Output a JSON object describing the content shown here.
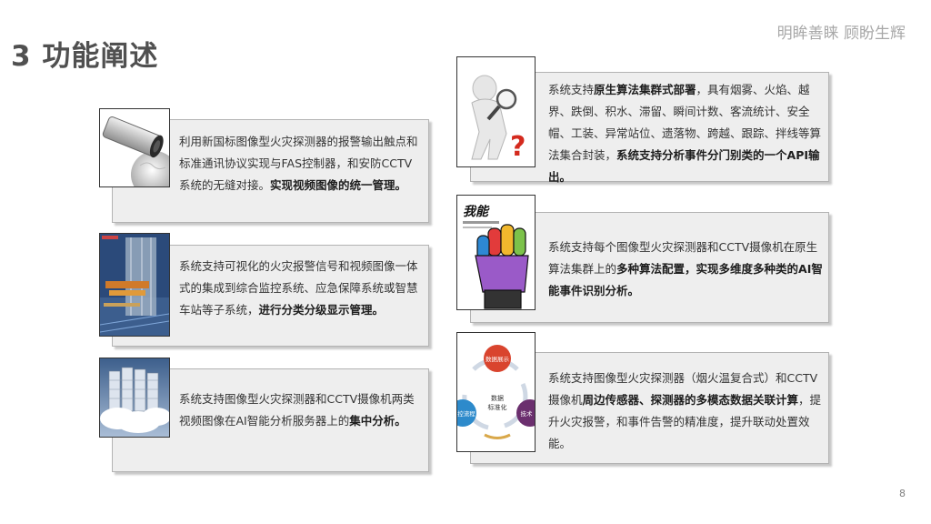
{
  "page": {
    "title": "3 功能阐述",
    "slogan": "明眸善睐 顾盼生辉",
    "page_number": "8"
  },
  "cards": [
    {
      "parts": [
        {
          "t": "利用新国标图像型火灾探测器的报警输出触点和标准通讯协议实现与FAS控制器，和安防CCTV系统的无缝对接。",
          "b": false
        },
        {
          "t": "实现视频图像的统一管理。",
          "b": true
        }
      ]
    },
    {
      "parts": [
        {
          "t": "系统支持可视化的火灾报警信号和视频图像一体式的集成到综合监控系统、应急保障系统或智慧车站等子系统，",
          "b": false
        },
        {
          "t": "进行分类分级显示管理。",
          "b": true
        }
      ]
    },
    {
      "parts": [
        {
          "t": "系统支持图像型火灾探测器和CCTV摄像机两类视频图像在AI智能分析服务器上的",
          "b": false
        },
        {
          "t": "集中分析。",
          "b": true
        }
      ]
    },
    {
      "parts": [
        {
          "t": "系统支持",
          "b": false
        },
        {
          "t": "原生算法集群式部署",
          "b": true
        },
        {
          "t": "，具有烟雾、火焰、越界、跌倒、积水、滞留、瞬间计数、客流统计、安全帽、工装、异常站位、遗落物、跨越、跟踪、拌线等算法集合封装，",
          "b": false
        },
        {
          "t": "系统支持分析事件分门别类的一个API输出。",
          "b": true
        }
      ]
    },
    {
      "parts": [
        {
          "t": "系统支持每个图像型火灾探测器和CCTV摄像机在原生算法集群上的",
          "b": false
        },
        {
          "t": "多种算法配置，实现多维度多种类的AI智能事件识别分析。",
          "b": true
        }
      ]
    },
    {
      "parts": [
        {
          "t": "系统支持图像型火灾探测器（烟火温复合式）和CCTV摄像机",
          "b": false
        },
        {
          "t": "周边传感器、探测器的多模态数据关联计算",
          "b": true
        },
        {
          "t": "，提升火灾报警，和事件告警的精准度，提升联动处置效能。",
          "b": false
        }
      ]
    }
  ],
  "images": {
    "fist_caption": "我能",
    "cycle_top": "数据展示",
    "cycle_center_1": "数据",
    "cycle_center_2": "标准化",
    "cycle_left": "控流程",
    "cycle_right": "技术"
  },
  "colors": {
    "card_bg": "#eeeeee",
    "card_border": "#b3b3b3",
    "title": "#505050",
    "slogan": "#a8a8a8",
    "question_mark": "#d42a1e"
  }
}
